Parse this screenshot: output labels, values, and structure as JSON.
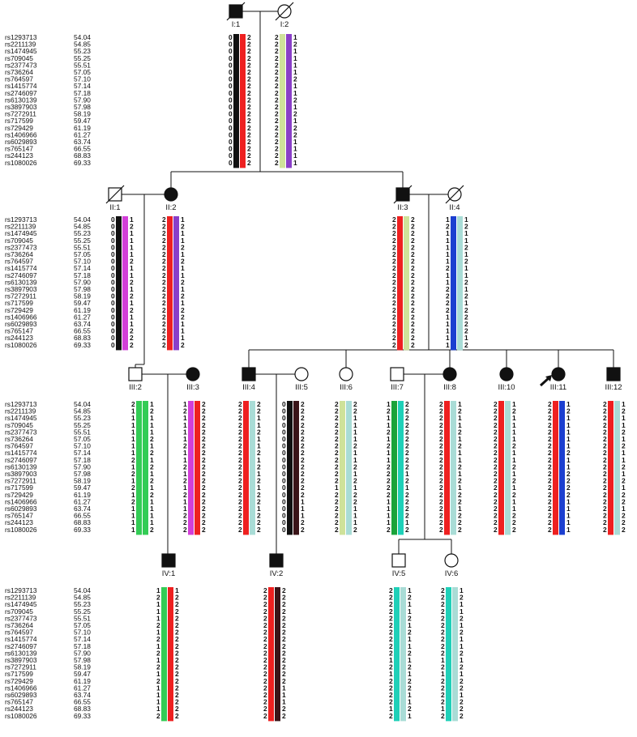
{
  "markers": [
    {
      "id": "rs1293713",
      "pos": "54.04"
    },
    {
      "id": "rs2211139",
      "pos": "54.85"
    },
    {
      "id": "rs1474945",
      "pos": "55.23"
    },
    {
      "id": "rs709045",
      "pos": "55.25"
    },
    {
      "id": "rs2377473",
      "pos": "55.51"
    },
    {
      "id": "rs736264",
      "pos": "57.05"
    },
    {
      "id": "rs764597",
      "pos": "57.10"
    },
    {
      "id": "rs1415774",
      "pos": "57.14"
    },
    {
      "id": "rs2746097",
      "pos": "57.18"
    },
    {
      "id": "rs6130139",
      "pos": "57.90"
    },
    {
      "id": "rs3897903",
      "pos": "57.98"
    },
    {
      "id": "rs7272911",
      "pos": "58.19"
    },
    {
      "id": "rs717599",
      "pos": "59.47"
    },
    {
      "id": "rs729429",
      "pos": "61.19"
    },
    {
      "id": "rs1406966",
      "pos": "61.27"
    },
    {
      "id": "rs6029893",
      "pos": "63.74"
    },
    {
      "id": "rs765147",
      "pos": "66.55"
    },
    {
      "id": "rs244123",
      "pos": "68.83"
    },
    {
      "id": "rs1080026",
      "pos": "69.33"
    }
  ],
  "colors": {
    "black": "#111111",
    "red": "#ee2020",
    "lime": "#cfe29a",
    "purple": "#8a3fc8",
    "magenta": "#d23fd8",
    "blue": "#1c3fd0",
    "lightcyan": "#a9dcd6",
    "green": "#33cc55",
    "darkgreen": "#1aa33a",
    "teal": "#1fd0b8",
    "darkbrown": "#3a1418",
    "pink": "#c9a3a6"
  },
  "individuals": [
    {
      "id": "I:1",
      "label": "I:1",
      "sex": "male",
      "affected": true,
      "deceased": true,
      "proband": false,
      "a": "0000000000000000000",
      "b": "2222222222222222222",
      "bars": [
        "black",
        "red"
      ]
    },
    {
      "id": "I:2",
      "label": "I:2",
      "sex": "female",
      "affected": false,
      "deceased": true,
      "proband": false,
      "a": "2222222222222222222",
      "b": "1211112112121221111",
      "bars": [
        "lime",
        "purple"
      ]
    },
    {
      "id": "II:1",
      "label": "II:1",
      "sex": "male",
      "affected": false,
      "deceased": true,
      "proband": false,
      "a": "0000000000000000000",
      "b": "1211112112121211222",
      "bars": [
        "black",
        "magenta"
      ]
    },
    {
      "id": "II:2",
      "label": "II:2",
      "sex": "female",
      "affected": true,
      "deceased": false,
      "proband": false,
      "a": "2222222222222222222",
      "b": "1211212112121221112",
      "bars": [
        "red",
        "purple"
      ]
    },
    {
      "id": "II:3",
      "label": "II:3",
      "sex": "male",
      "affected": true,
      "deceased": true,
      "proband": false,
      "a": "2222222222222222222",
      "b": "2222222222222222222",
      "bars": [
        "red",
        "lime"
      ]
    },
    {
      "id": "II:4",
      "label": "II:4",
      "sex": "female",
      "affected": false,
      "deceased": true,
      "proband": false,
      "a": "1211111211222211111",
      "b": "1211212112121222212",
      "bars": [
        "blue",
        "lightcyan"
      ]
    },
    {
      "id": "III:2",
      "label": "III:2",
      "sex": "male",
      "affected": false,
      "deceased": false,
      "proband": false,
      "a": "2111111121212121111",
      "b": "1211121212121211112",
      "bars": [
        "green",
        "green"
      ]
    },
    {
      "id": "III:3",
      "label": "III:3",
      "sex": "female",
      "affected": true,
      "deceased": false,
      "proband": false,
      "a": "1211112112121211222",
      "b": "2222222222222222222",
      "bars": [
        "magenta",
        "red"
      ]
    },
    {
      "id": "III:4",
      "label": "III:4",
      "sex": "male",
      "affected": true,
      "deceased": false,
      "proband": false,
      "a": "2222222222222222222",
      "b": "2211211212121221222",
      "bars": [
        "red",
        "lightcyan"
      ]
    },
    {
      "id": "III:5",
      "label": "III:5",
      "sex": "female",
      "affected": false,
      "deceased": false,
      "proband": false,
      "a": "0000000000000000000",
      "b": "2222222222222211122",
      "bars": [
        "black",
        "darkbrown"
      ]
    },
    {
      "id": "III:6",
      "label": "III:6",
      "sex": "female",
      "affected": false,
      "deceased": false,
      "proband": false,
      "a": "2222222222221222222",
      "b": "2211112112121221112",
      "bars": [
        "lime",
        "lightcyan"
      ]
    },
    {
      "id": "III:7",
      "label": "III:7",
      "sex": "male",
      "affected": false,
      "deceased": false,
      "proband": false,
      "a": "1211212112222211112",
      "b": "2222222222121222212",
      "bars": [
        "darkgreen",
        "teal"
      ]
    },
    {
      "id": "III:8",
      "label": "III:8",
      "sex": "female",
      "affected": true,
      "deceased": false,
      "proband": false,
      "a": "2222222222222222222",
      "b": "1211212112121221222",
      "bars": [
        "red",
        "lightcyan"
      ]
    },
    {
      "id": "III:10",
      "label": "III:10",
      "sex": "female",
      "affected": true,
      "deceased": false,
      "proband": false,
      "a": "2222222222222222222",
      "b": "1211112112121211222",
      "bars": [
        "red",
        "lightcyan"
      ]
    },
    {
      "id": "III:11",
      "label": "III:11",
      "sex": "female",
      "affected": true,
      "deceased": false,
      "proband": true,
      "a": "2222222222222222222",
      "b": "1211111211222211111",
      "bars": [
        "red",
        "blue"
      ]
    },
    {
      "id": "III:12",
      "label": "III:12",
      "sex": "male",
      "affected": true,
      "deceased": false,
      "proband": false,
      "a": "2222222222222222222",
      "b": "1211212112121221222",
      "bars": [
        "red",
        "lightcyan"
      ]
    },
    {
      "id": "IV:1",
      "label": "IV:1",
      "sex": "male",
      "affected": true,
      "deceased": false,
      "proband": false,
      "a": "1211121212121211112",
      "b": "1222222222222222222",
      "bars": [
        "green",
        "red"
      ]
    },
    {
      "id": "IV:2",
      "label": "IV:2",
      "sex": "male",
      "affected": true,
      "deceased": false,
      "proband": false,
      "a": "2222222222222222222",
      "b": "2222222222222211122",
      "bars": [
        "red",
        "darkbrown"
      ]
    },
    {
      "id": "IV:5",
      "label": "IV:5",
      "sex": "male",
      "affected": false,
      "deceased": false,
      "proband": false,
      "a": "2222222222121222212",
      "b": "1211212112121221121",
      "bars": [
        "teal",
        "lightcyan"
      ]
    },
    {
      "id": "IV:6",
      "label": "IV:6",
      "sex": "female",
      "affected": false,
      "deceased": false,
      "proband": false,
      "a": "2222222222121222212",
      "b": "1211212112121221222",
      "bars": [
        "teal",
        "lightcyan"
      ]
    }
  ]
}
